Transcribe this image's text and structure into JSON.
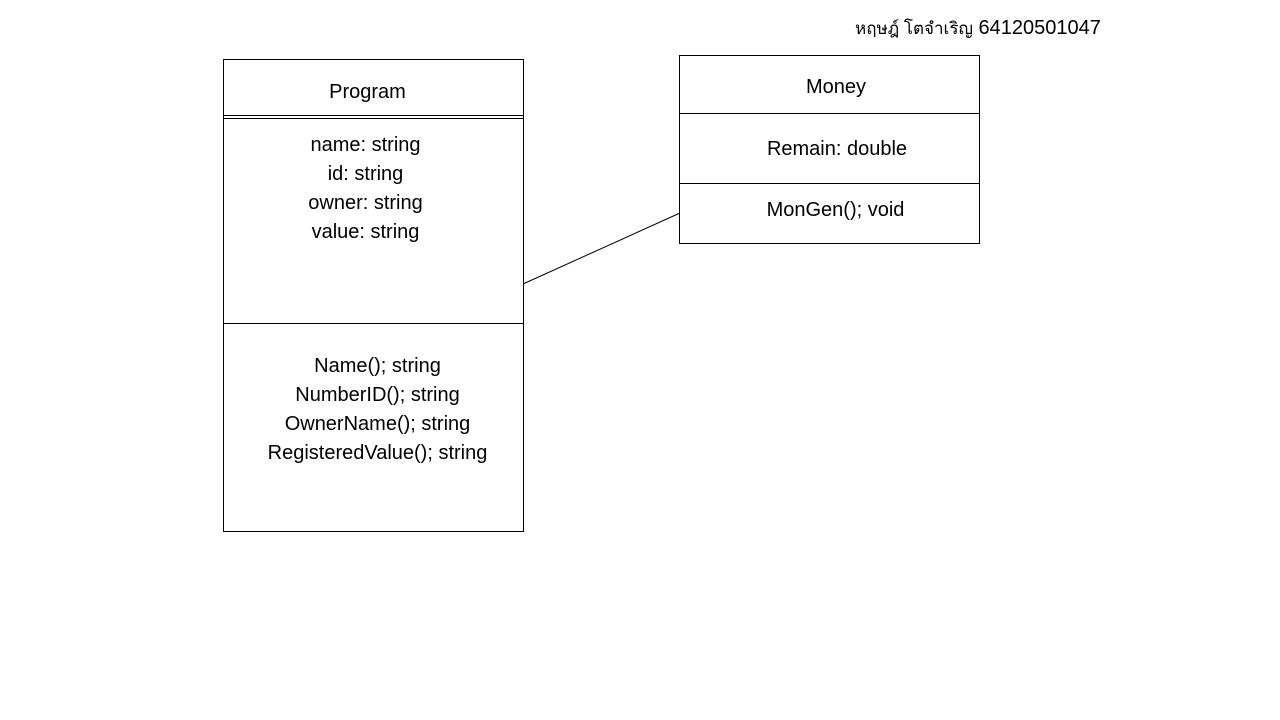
{
  "author": {
    "name": "หฤษฎ์ โตจำเริญ",
    "student_id": "64120501047"
  },
  "program_class": {
    "name": "Program",
    "attributes": [
      "name: string",
      "id: string",
      "owner: string",
      "value: string"
    ],
    "methods": [
      "Name(); string",
      "NumberID(); string",
      "OwnerName(); string",
      "RegisteredValue(); string"
    ]
  },
  "money_class": {
    "name": "Money",
    "attributes": [
      "Remain: double"
    ],
    "methods": [
      "MonGen(); void"
    ]
  }
}
